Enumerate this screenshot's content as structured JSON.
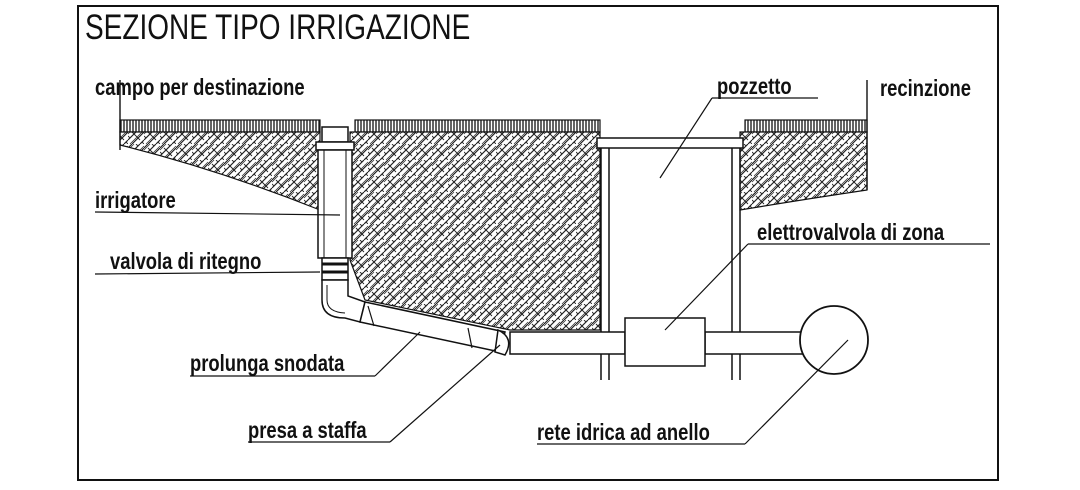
{
  "title": "SEZIONE TIPO IRRIGAZIONE",
  "labels": {
    "campo": "campo per destinazione",
    "pozzetto": "pozzetto",
    "recinzione": "recinzione",
    "irrigatore": "irrigatore",
    "valvola": "valvola di ritegno",
    "elettrovalvola": "elettrovalvola di zona",
    "prolunga": "prolunga snodata",
    "presa": "presa a staffa",
    "rete": "rete idrica ad anello"
  }
}
